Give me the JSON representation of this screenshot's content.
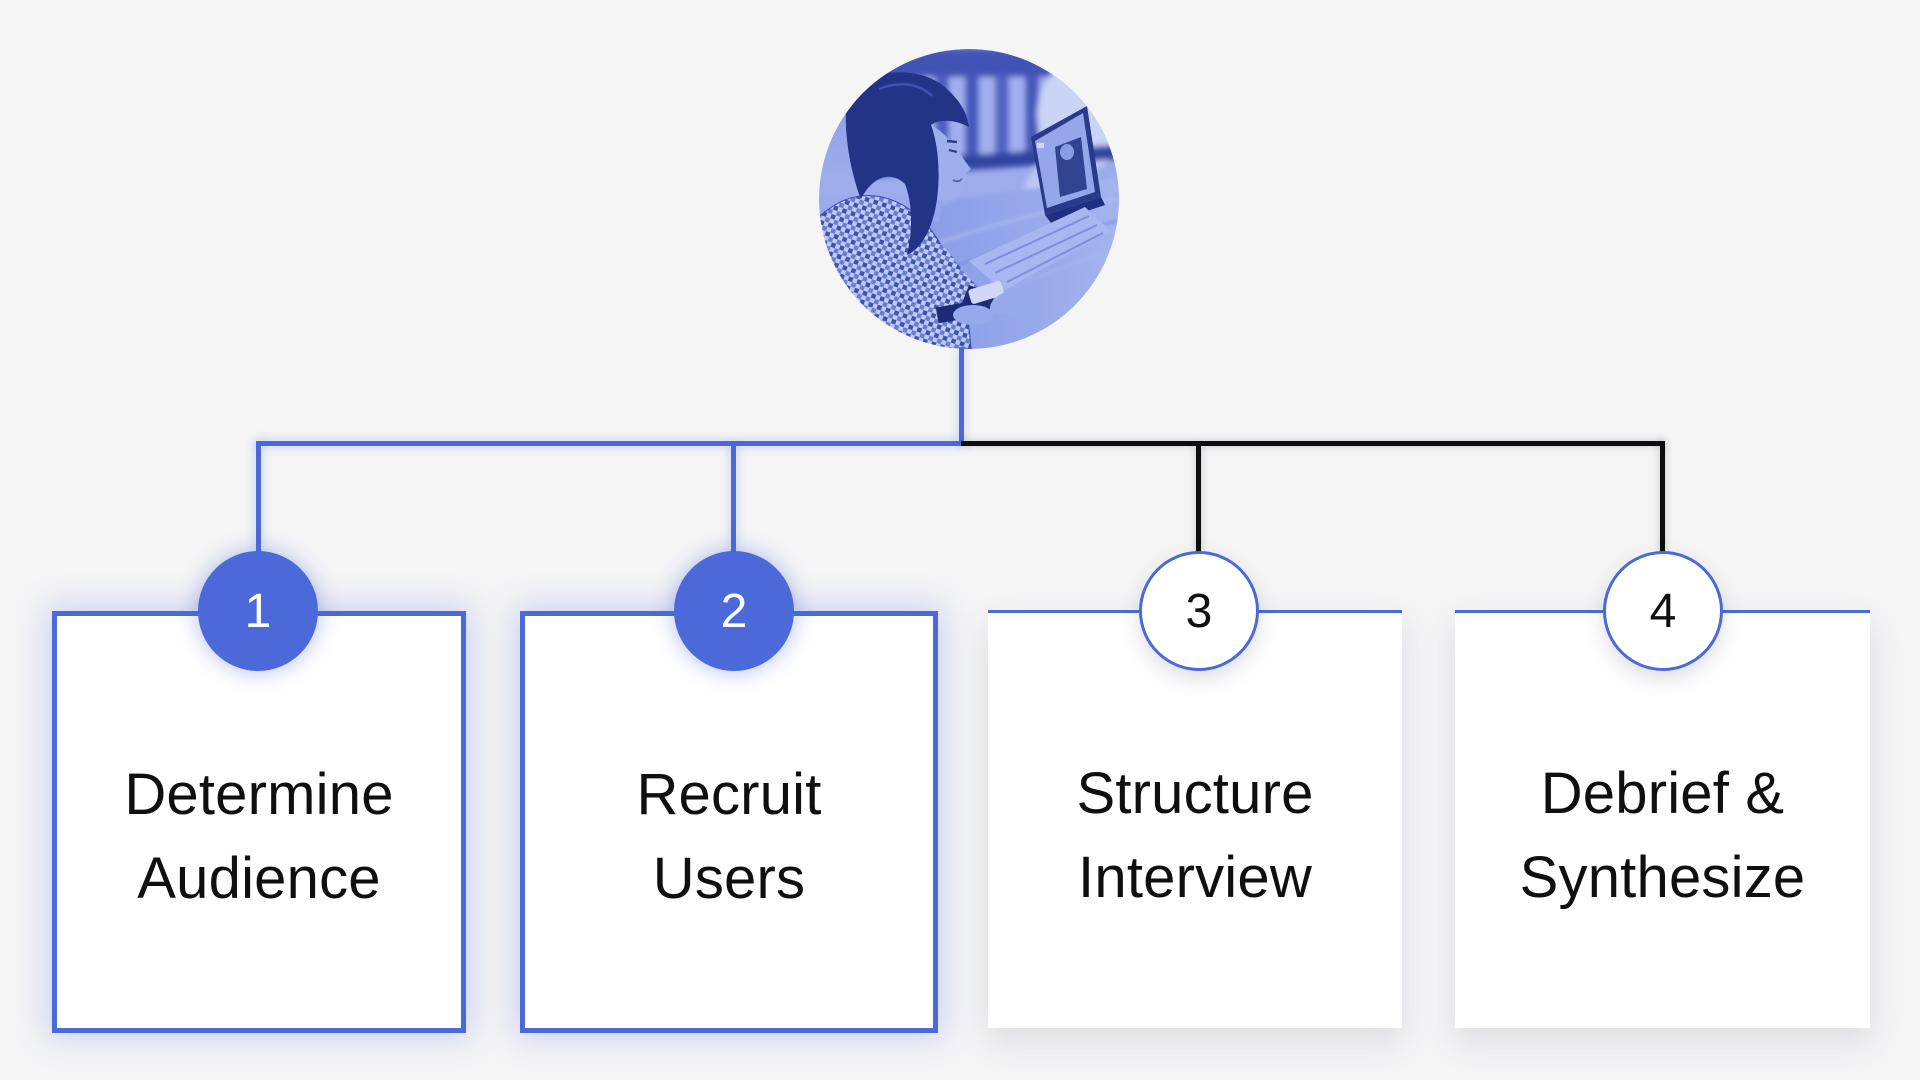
{
  "diagram": {
    "type": "process-tree",
    "photo": {
      "icon": "woman-typing-on-laptop-photo",
      "tint": "#4b69d9"
    },
    "steps": [
      {
        "number": "1",
        "line1": "Determine",
        "line2": "Audience",
        "variant": "filled"
      },
      {
        "number": "2",
        "line1": "Recruit",
        "line2": "Users",
        "variant": "filled"
      },
      {
        "number": "3",
        "line1": "Structure",
        "line2": "Interview",
        "variant": "outline"
      },
      {
        "number": "4",
        "line1": "Debrief &",
        "line2": "Synthesize",
        "variant": "outline"
      }
    ]
  },
  "colors": {
    "accent_blue": "#4b69d9",
    "line_black": "#0d0d0d",
    "page_bg": "#f5f5f6",
    "card_bg": "#ffffff",
    "text_color": "#0f0f0f",
    "badge_text_light": "#ffffff"
  }
}
